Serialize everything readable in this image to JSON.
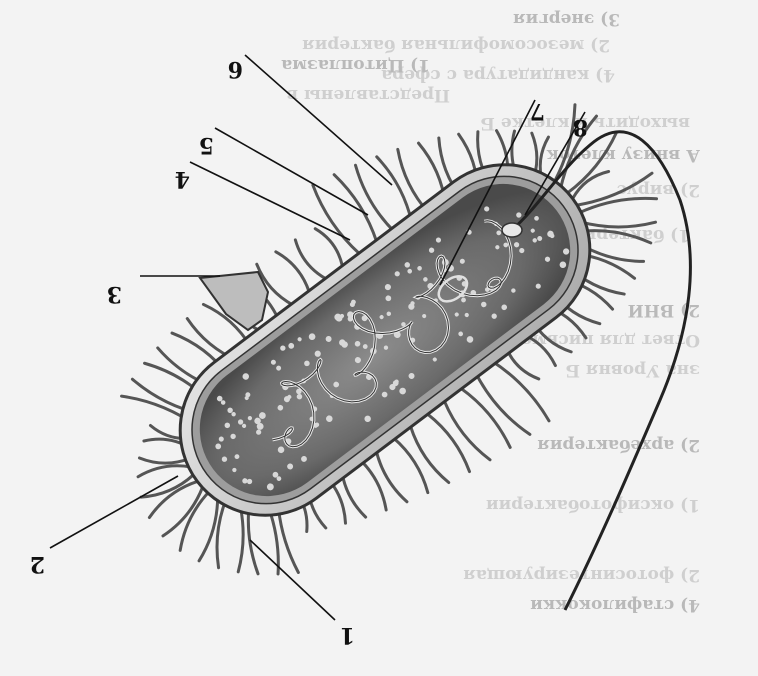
{
  "labels": [
    {
      "id": "1",
      "text": "1"
    },
    {
      "id": "2",
      "text": "2"
    },
    {
      "id": "3",
      "text": "3"
    },
    {
      "id": "4",
      "text": "4"
    },
    {
      "id": "5",
      "text": "5"
    },
    {
      "id": "6",
      "text": "6"
    },
    {
      "id": "7",
      "text": "7"
    },
    {
      "id": "8",
      "text": "8"
    }
  ],
  "background_text": [
    "3) энергия",
    "2) мезосомофильная бактерия",
    "4) кандидатура  с сфера",
    "1) Цитоплазма",
    "Представлены в",
    "выходить к клетке Б",
    "А внизу клеток",
    "2) вирус",
    "1) бактериальная",
    "2) ВНИ",
    "Ответ для письменного ответа",
    "зна Уровня Б",
    "2) архебактерия",
    "1) оксифотобактерии",
    "2) фотосинтезирующая",
    "4) стафилококки"
  ],
  "colors": {
    "page": "#f3f3f3",
    "cell_body": "#6f6f6f",
    "cell_wall": "#cfcfcf",
    "ink": "#111111"
  }
}
